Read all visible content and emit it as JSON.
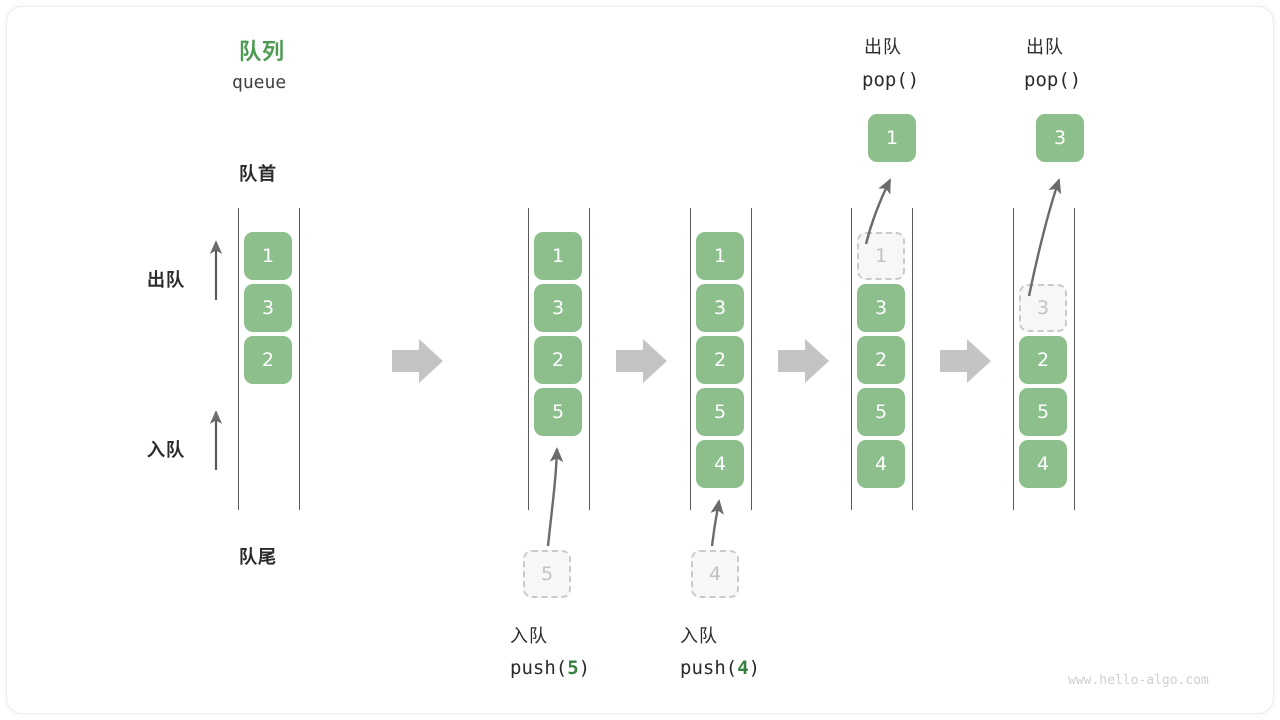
{
  "figure": {
    "title_cn": "队列",
    "title_en": "queue",
    "head_label": "队首",
    "tail_label": "队尾",
    "dequeue_label": "出队",
    "enqueue_label": "入队",
    "watermark": "www.hello-algo.com",
    "accent_green": "#4d9a52",
    "cell_green": "#8cbf8c",
    "ghost_gray": "#c2c2c2",
    "arrow_gray": "#c4c4c4",
    "stroke_gray": "#6b6b6b"
  },
  "stages": [
    {
      "id": "stage-initial",
      "caption_cn": "",
      "caption_code": "",
      "cells": [
        "1",
        "3",
        "2"
      ],
      "ghost_top": null,
      "incoming": null,
      "popped": null,
      "pop_cn": "",
      "pop_code": ""
    },
    {
      "id": "stage-push-5",
      "caption_cn": "入队",
      "caption_code": "push(5)",
      "caption_arg": "5",
      "cells": [
        "1",
        "3",
        "2",
        "5"
      ],
      "ghost_top": null,
      "incoming": "5",
      "popped": null,
      "pop_cn": "",
      "pop_code": ""
    },
    {
      "id": "stage-push-4",
      "caption_cn": "入队",
      "caption_code": "push(4)",
      "caption_arg": "4",
      "cells": [
        "1",
        "3",
        "2",
        "5",
        "4"
      ],
      "ghost_top": null,
      "incoming": "4",
      "popped": null,
      "pop_cn": "",
      "pop_code": ""
    },
    {
      "id": "stage-pop-1",
      "caption_cn": "",
      "caption_code": "",
      "cells": [
        "3",
        "2",
        "5",
        "4"
      ],
      "ghost_top": "1",
      "incoming": null,
      "popped": "1",
      "pop_cn": "出队",
      "pop_code": "pop()"
    },
    {
      "id": "stage-pop-3",
      "caption_cn": "",
      "caption_code": "",
      "cells": [
        "2",
        "5",
        "4"
      ],
      "ghost_top": "3",
      "incoming": null,
      "popped": "3",
      "pop_cn": "出队",
      "pop_code": "pop()"
    }
  ],
  "flow_arrows": 4
}
